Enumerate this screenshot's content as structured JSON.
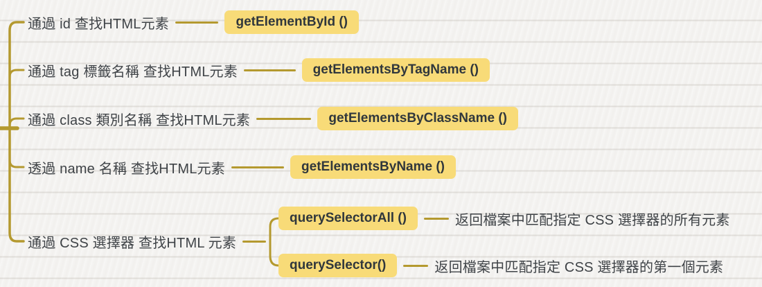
{
  "palette": {
    "connector": "#b4992f",
    "node_bg": "#f8db78",
    "node_text": "#30373c",
    "label_text": "#3f4347",
    "paper": "#f4f3f1"
  },
  "tree": {
    "branches": [
      {
        "label": "通過 id 查找HTML元素",
        "method": "getElementById ()"
      },
      {
        "label": "通過 tag 標籤名稱 查找HTML元素",
        "method": "getElementsByTagName ()"
      },
      {
        "label": "通過 class 類別名稱 查找HTML元素",
        "method": "getElementsByClassName ()"
      },
      {
        "label": "透過 name 名稱 查找HTML元素",
        "method": "getElementsByName ()"
      },
      {
        "label": "通過 CSS 選擇器 查找HTML 元素",
        "children": [
          {
            "method": "querySelectorAll ()",
            "description": "返回檔案中匹配指定 CSS 選擇器的所有元素"
          },
          {
            "method": "querySelector()",
            "description": "返回檔案中匹配指定 CSS 選擇器的第一個元素"
          }
        ]
      }
    ]
  }
}
